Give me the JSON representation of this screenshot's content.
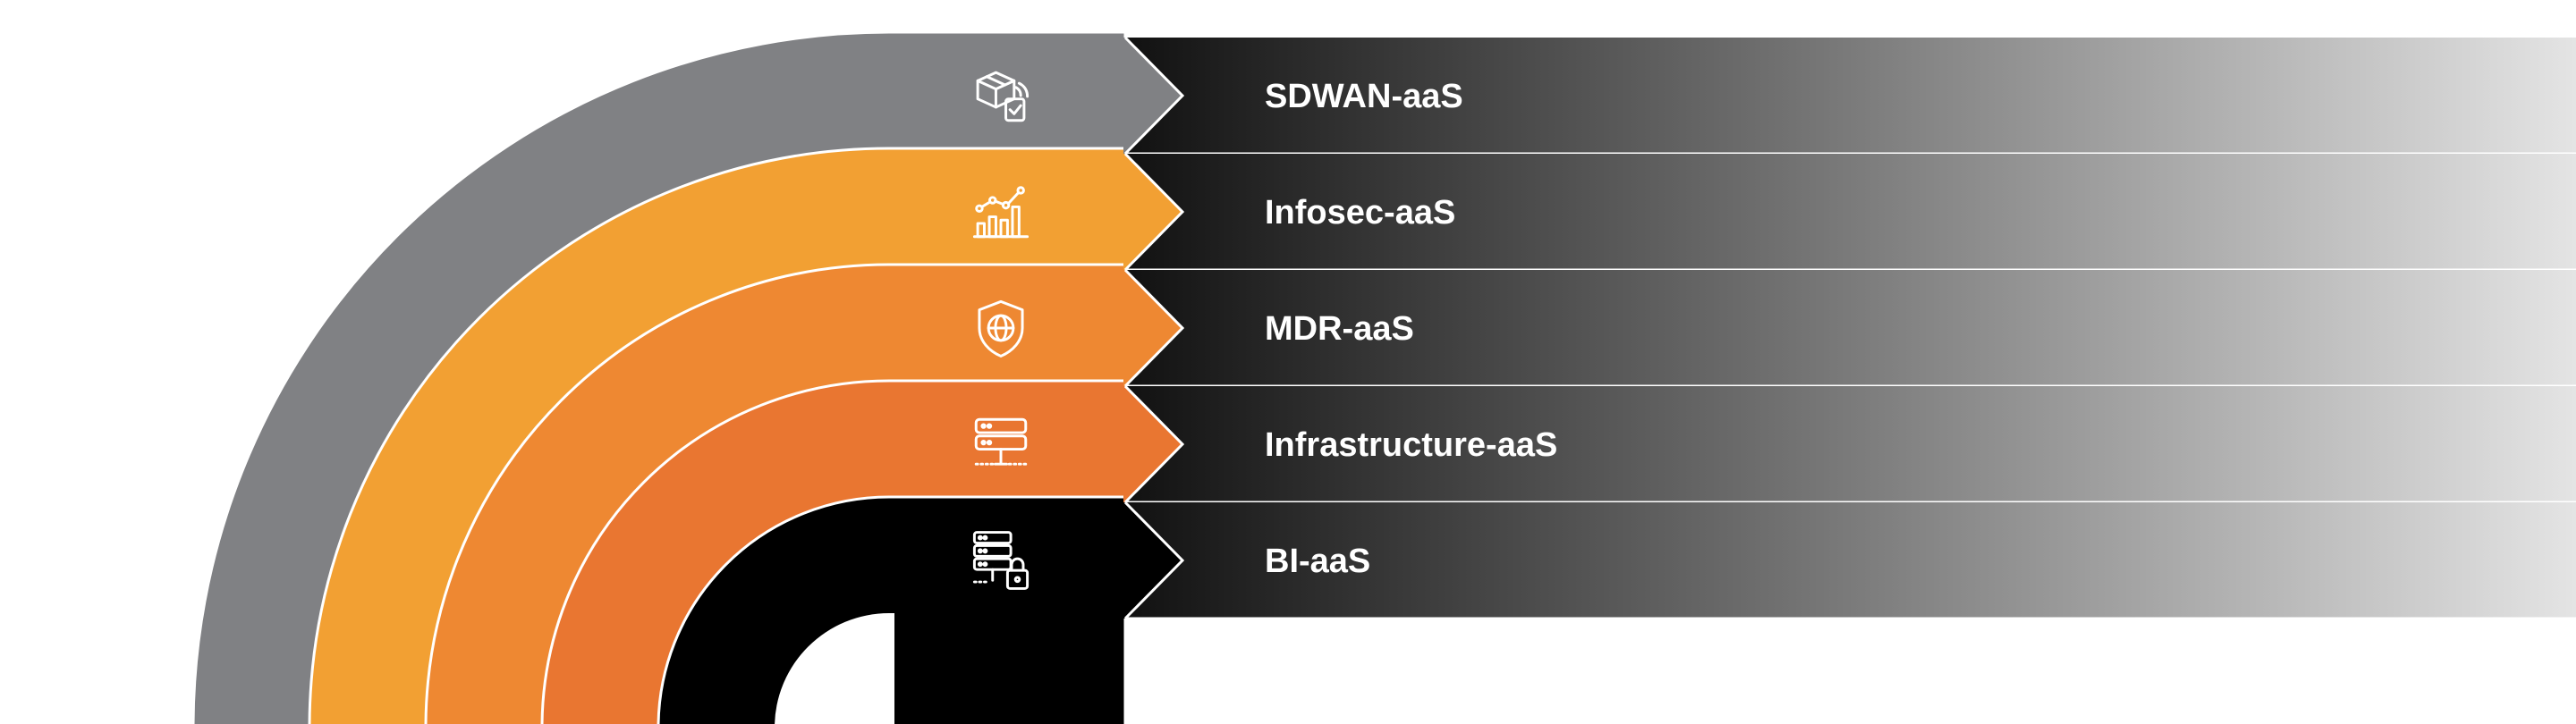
{
  "colors": {
    "background": "#ffffff",
    "separator": "#ffffff",
    "bar_start": "#111111",
    "bar_end": "#e4e4e4"
  },
  "services": [
    {
      "label": "SDWAN-aaS",
      "color": "#808184",
      "icon": "package-delivery-check-icon"
    },
    {
      "label": "Infosec-aaS",
      "color": "#f2a033",
      "icon": "growth-chart-icon"
    },
    {
      "label": "MDR-aaS",
      "color": "#ee8832",
      "icon": "globe-shield-icon"
    },
    {
      "label": "Infrastructure-aaS",
      "color": "#e97631",
      "icon": "server-rack-icon"
    },
    {
      "label": "BI-aaS",
      "color": "#000000",
      "icon": "server-lock-icon"
    }
  ]
}
